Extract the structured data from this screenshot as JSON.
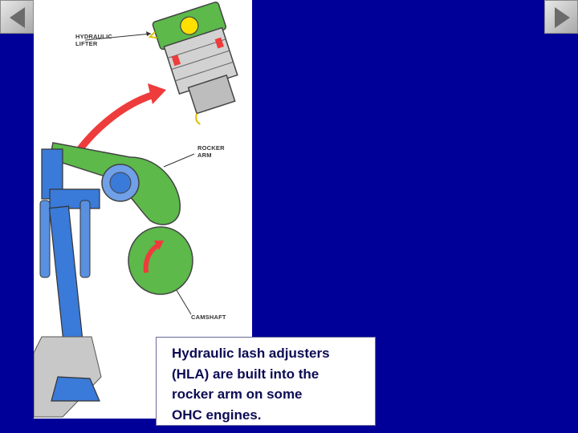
{
  "slide": {
    "background_color": "#000099",
    "nav": {
      "prev_icon": "triangle-left-icon",
      "next_icon": "triangle-right-icon"
    },
    "figure": {
      "labels": {
        "hydraulic_lifter_line1": "HYDRAULIC",
        "hydraulic_lifter_line2": "LIFTER",
        "rocker_arm_line1": "ROCKER",
        "rocker_arm_line2": "ARM",
        "camshaft": "CAMSHAFT"
      },
      "colors": {
        "rocker_arm": "#5cb94a",
        "valve": "#3a7ad8",
        "arrow": "#ee3c3c",
        "lifter_ball": "#ffe000"
      }
    },
    "caption": {
      "line1": "Hydraulic lash adjusters",
      "line2": "(HLA) are built into the",
      "line3": "rocker arm on some",
      "line4": "OHC engines."
    }
  }
}
